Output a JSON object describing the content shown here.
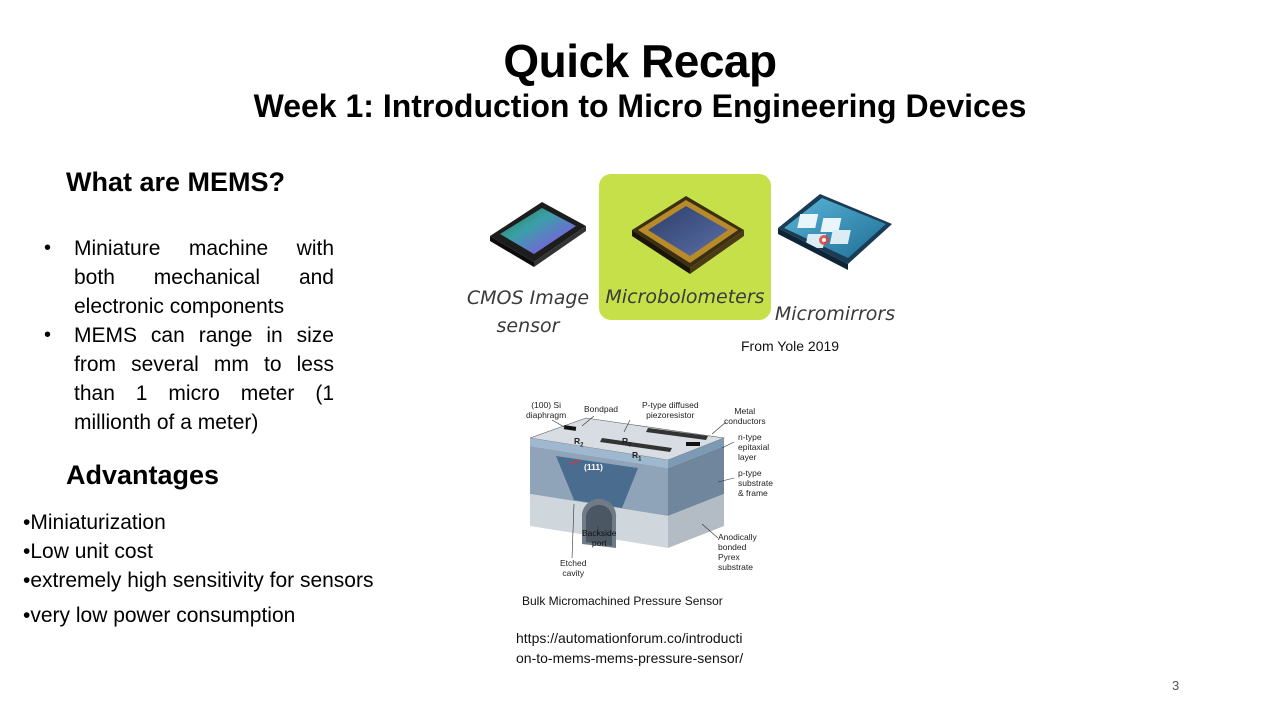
{
  "slide": {
    "title": "Quick Recap",
    "subtitle": "Week 1: Introduction to Micro Engineering Devices",
    "page_number": "3"
  },
  "mems": {
    "heading": "What are MEMS?",
    "bullets": [
      "Miniature machine with both mechanical and electronic components",
      "MEMS can range in size from several mm to less than 1 micro meter (1 millionth of a meter)"
    ]
  },
  "advantages": {
    "heading": "Advantages",
    "items": [
      "•Miniaturization",
      "•Low unit cost",
      "•extremely high sensitivity for sensors",
      "•very low power consumption"
    ]
  },
  "yole_figure": {
    "labels": [
      "CMOS Image sensor",
      "Microbolometers",
      "Micromirrors"
    ],
    "label_lines": {
      "cmos_line1": "CMOS Image",
      "cmos_line2": "sensor",
      "bolometer": "Microbolometers",
      "mirror": "Micromirrors"
    },
    "highlight_color": "#c6e04a",
    "credit": "From Yole 2019"
  },
  "pressure_figure": {
    "caption": "Bulk Micromachined Pressure Sensor",
    "callouts": {
      "diaphragm_1": "(100) Si",
      "diaphragm_2": "diaphragm",
      "bondpad": "Bondpad",
      "piezo_1": "P-type diffused",
      "piezo_2": "piezoresistor",
      "metal_1": "Metal",
      "metal_2": "conductors",
      "ntype_1": "n-type",
      "ntype_2": "epitaxial",
      "ntype_3": "layer",
      "ptype_1": "p-type",
      "ptype_2": "substrate",
      "ptype_3": "& frame",
      "anod_1": "Anodically",
      "anod_2": "bonded",
      "anod_3": "Pyrex",
      "anod_4": "substrate",
      "backside_1": "Backside",
      "backside_2": "port",
      "etched_1": "Etched",
      "etched_2": "cavity",
      "plane": "(111)",
      "r1": "R",
      "r2": "R",
      "r3": "R",
      "r1_sub": "2",
      "r2_sub": "3",
      "r3_sub": "1"
    },
    "source_url_line1": "https://automationforum.co/introducti",
    "source_url_line2": "on-to-mems-mems-pressure-sensor/"
  }
}
